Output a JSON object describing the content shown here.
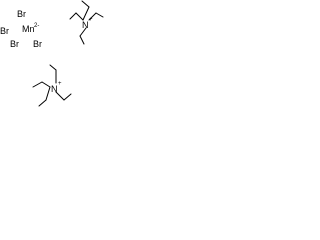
{
  "atoms": {
    "manganese": {
      "element": "Mn",
      "charge": "2-"
    },
    "bromines": [
      "Br",
      "Br",
      "Br",
      "Br"
    ],
    "nitrogen_top": {
      "element": "N",
      "charge": "+"
    },
    "nitrogen_bottom": {
      "element": "N",
      "charge": "+"
    }
  },
  "colors": {
    "ink": "#000000",
    "background": "#ffffff"
  }
}
